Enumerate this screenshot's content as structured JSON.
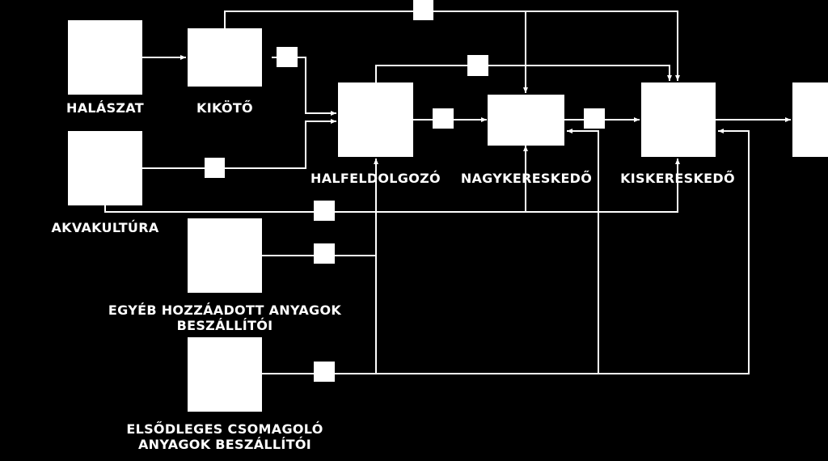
{
  "colors": {
    "background": "#000000",
    "foreground": "#ffffff"
  },
  "labels": {
    "halaszat": "HALÁSZAT",
    "kikoto": "KIKÖTŐ",
    "akvakultura": "AKVAKULTÚRA",
    "halfeldolgozo": "HALFELDOLGOZÓ",
    "nagykereskedo": "NAGYKERESKEDŐ",
    "kiskereskedo": "KISKERESKEDŐ",
    "egyeb": "EGYÉB HOZZÁADOTT ANYAGOK\nBESZÁLLÍTÓI",
    "elsodleges": "ELSŐDLEGES CSOMAGOLÓ\nANYAGOK BESZÁLLÍTÓI"
  }
}
